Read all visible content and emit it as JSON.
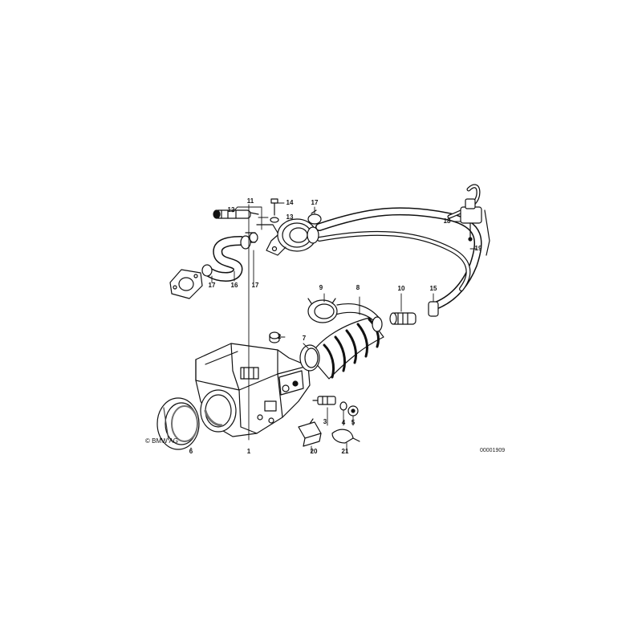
{
  "labels": {
    "p1": "1",
    "p2": "2",
    "p3": "3",
    "p4": "4",
    "p5": "5",
    "p6": "6",
    "p7": "7",
    "p8": "8",
    "p9": "9",
    "p10": "10",
    "p11": "11",
    "p12": "12",
    "p13": "13",
    "p14": "14",
    "p15": "15",
    "p16": "16",
    "p17a": "17",
    "p17b": "17",
    "p17c": "17",
    "p18": "18",
    "p19": "19",
    "p20": "20",
    "p21": "21"
  },
  "copyright": "© BMW AG",
  "reference_number": "00001909",
  "colors": {
    "ink": "#111111",
    "background": "#ffffff",
    "shade": "#6f6f6f"
  }
}
